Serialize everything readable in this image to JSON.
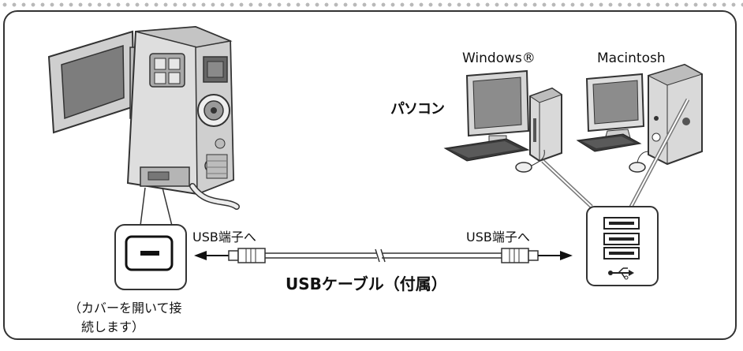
{
  "labels": {
    "windows": "Windows®",
    "macintosh": "Macintosh",
    "pc": "パソコン",
    "usb_left": "USB端子へ",
    "usb_right": "USB端子へ",
    "cable": "USBケーブル（付属）",
    "note_line1": "（カバーを開いて接",
    "note_line2": "続します）"
  }
}
